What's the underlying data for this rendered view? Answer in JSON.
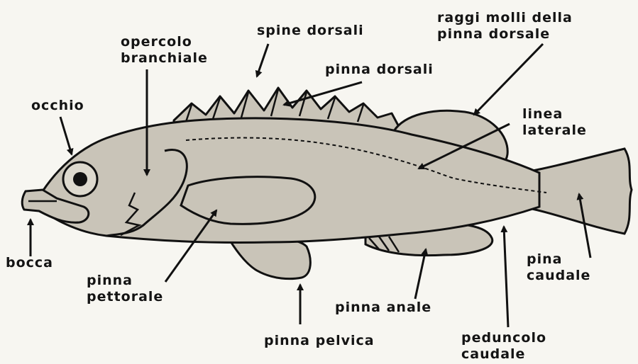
{
  "diagram": {
    "colors": {
      "body": "#c9c4b8",
      "outline": "#111111",
      "background": "#f7f6f1"
    },
    "labels": {
      "opercolo": [
        "opercolo",
        "branchiale"
      ],
      "spine": [
        "spine dorsali"
      ],
      "raggi": [
        "raggi molli della",
        "pinna dorsale"
      ],
      "pinna_dorsali": [
        "pinna dorsali"
      ],
      "occhio": [
        "occhio"
      ],
      "linea": [
        "linea",
        "laterale"
      ],
      "bocca": [
        "bocca"
      ],
      "pettorale": [
        "pinna",
        "pettorale"
      ],
      "caudale": [
        "pina",
        "caudale"
      ],
      "anale": [
        "pinna anale"
      ],
      "pelvica": [
        "pinna pelvica"
      ],
      "peduncolo": [
        "peduncolo",
        "caudale"
      ]
    }
  }
}
